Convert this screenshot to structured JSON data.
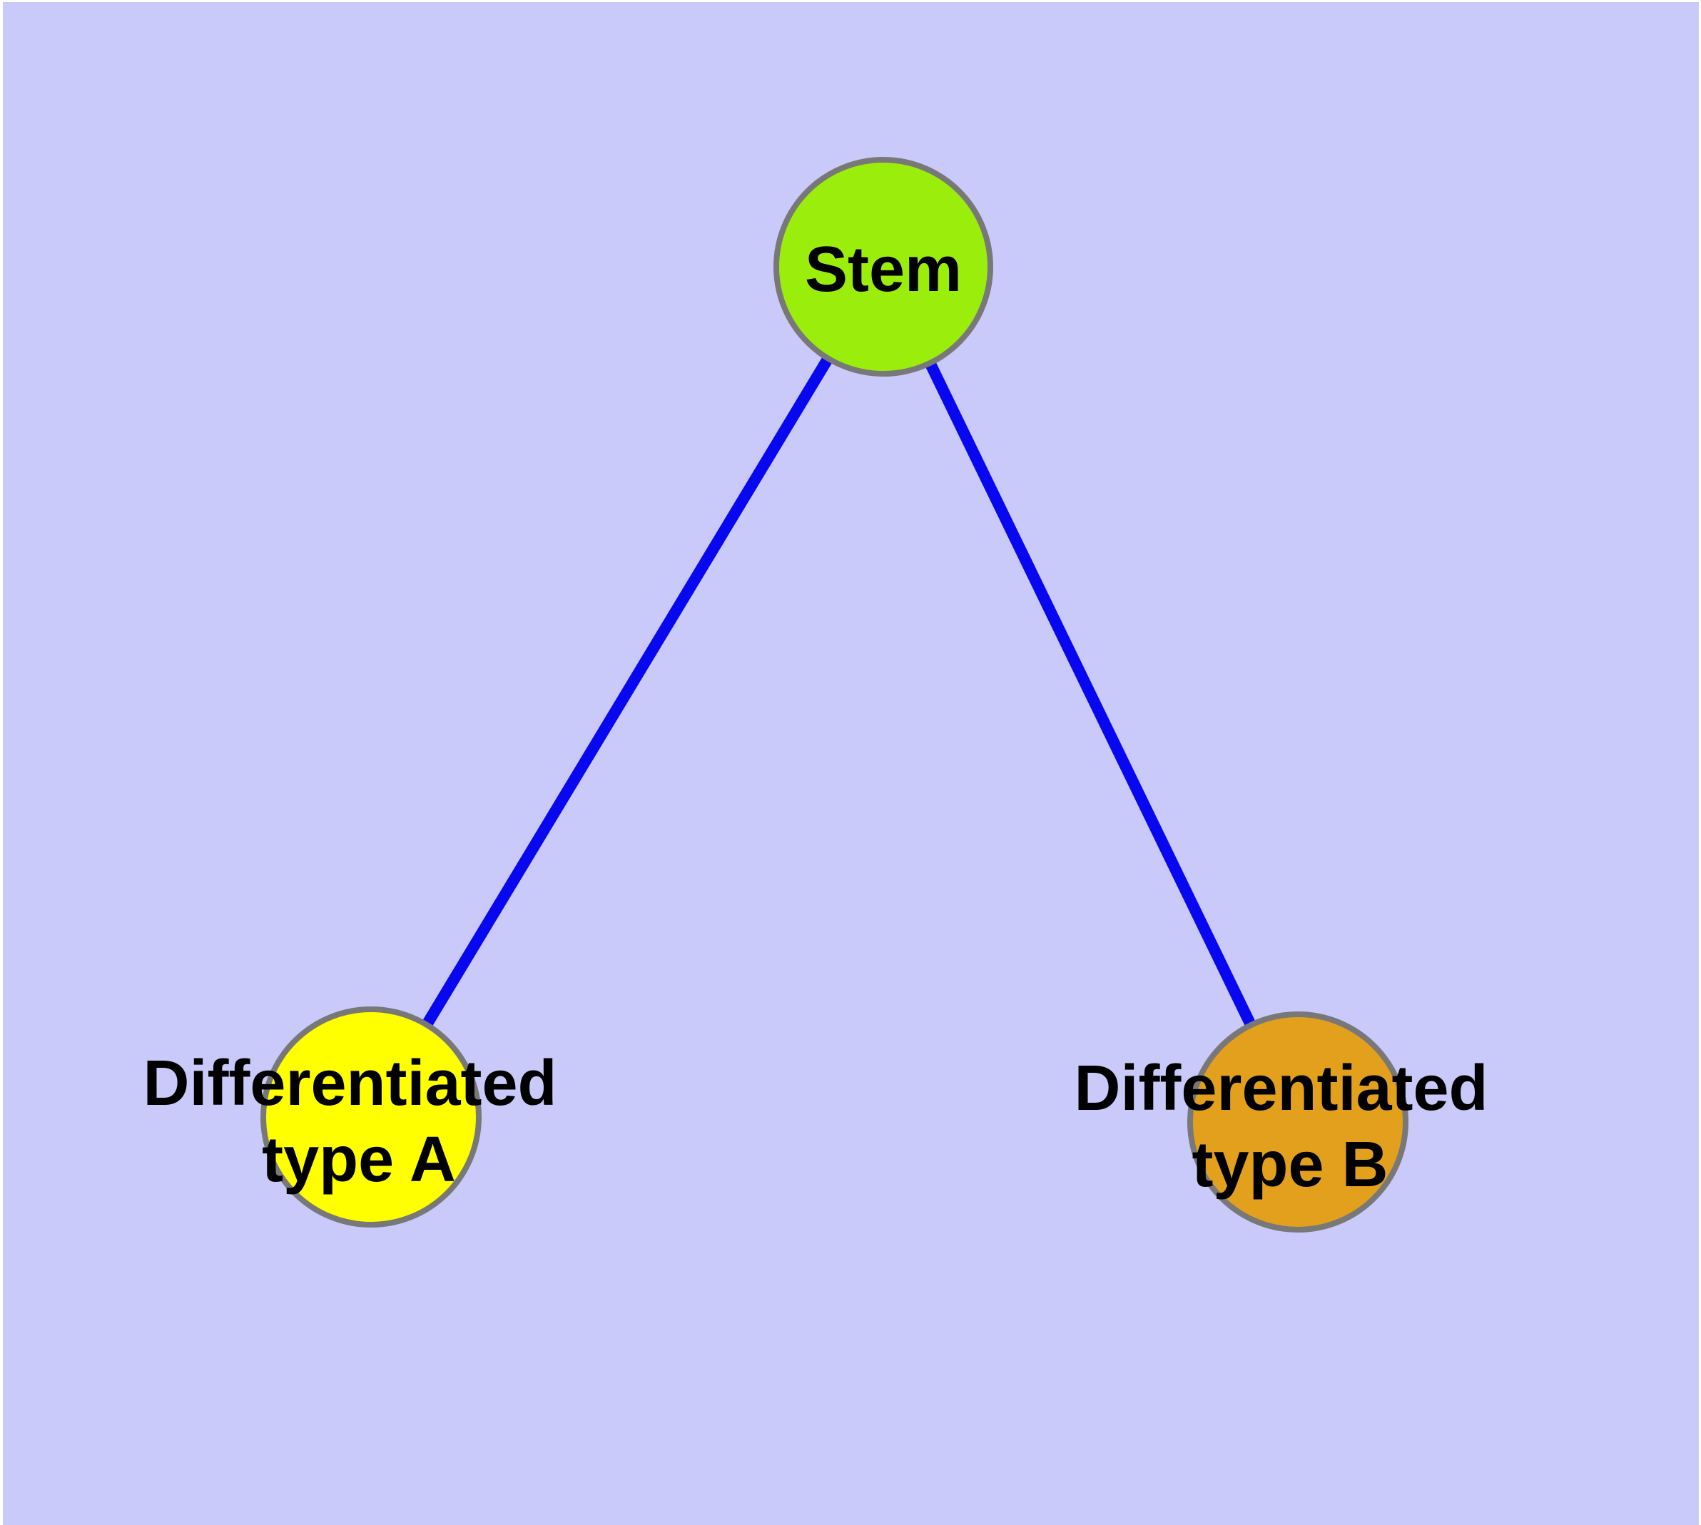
{
  "figure": {
    "background_color": "#C9C9FA",
    "margin_color": "#FFFFFF",
    "edge_color": "#0808F0",
    "node_border_color": "#787878",
    "nodes": {
      "stem": {
        "label": "Stem",
        "fill": "#9BEE0B"
      },
      "type_a": {
        "lines": [
          "Differentiated",
          "type A"
        ],
        "fill": "#FFFF00"
      },
      "type_b": {
        "lines": [
          "Differentiated",
          "type B"
        ],
        "fill": "#E3A01D"
      }
    },
    "edges": [
      {
        "from": "Stem",
        "to": "Differentiated type A"
      },
      {
        "from": "Stem",
        "to": "Differentiated type B"
      }
    ]
  }
}
